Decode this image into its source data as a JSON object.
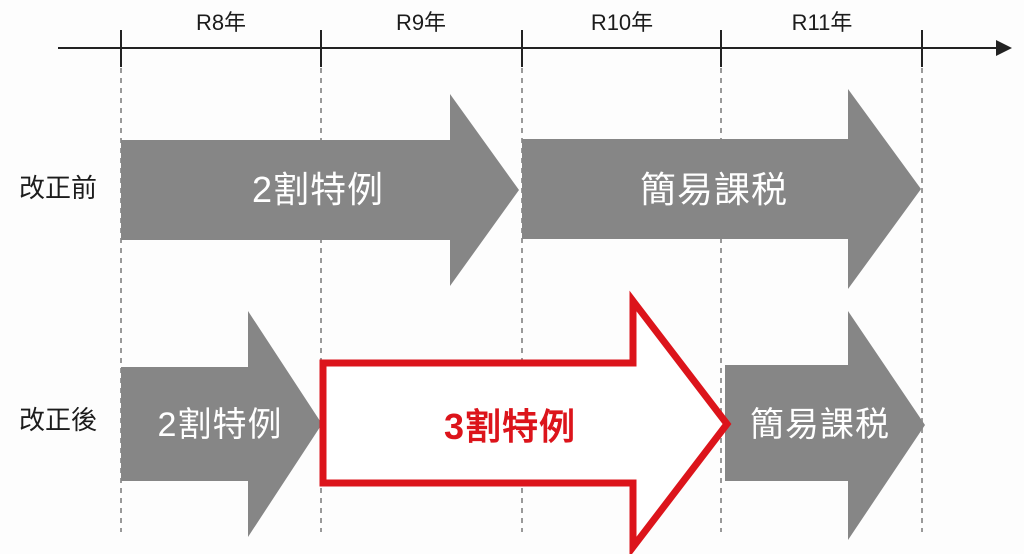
{
  "colors": {
    "arrow_gray": "#868686",
    "accent_red": "#dc141b",
    "axis": "#222222",
    "dash": "#999999",
    "text_dark": "#1c1c1c",
    "arrow_text_white": "#ffffff",
    "red_arrow_fill": "#ffffff",
    "background": "#fdfdfd"
  },
  "timeline": {
    "years": [
      {
        "label": "R8年"
      },
      {
        "label": "R9年"
      },
      {
        "label": "R10年"
      },
      {
        "label": "R11年"
      }
    ]
  },
  "rows": [
    {
      "label": "改正前",
      "arrows": [
        {
          "label": "2割特例",
          "style": "gray",
          "span": "R8年〜R9年"
        },
        {
          "label": "簡易課税",
          "style": "gray",
          "span": "R10年〜R11年"
        }
      ]
    },
    {
      "label": "改正後",
      "arrows": [
        {
          "label": "2割特例",
          "style": "gray",
          "span": "R8年"
        },
        {
          "label": "3割特例",
          "style": "red-outline",
          "span": "R9年〜R10年"
        },
        {
          "label": "簡易課税",
          "style": "gray",
          "span": "R11年"
        }
      ]
    }
  ]
}
